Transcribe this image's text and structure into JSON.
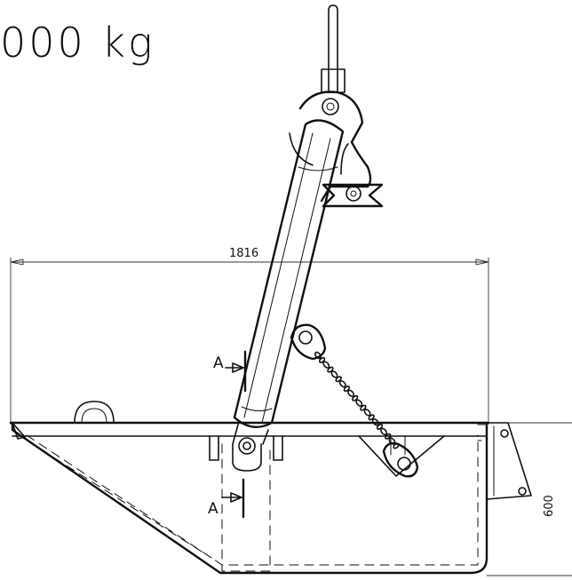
{
  "drawing": {
    "capacity_label": "000  kg",
    "width_dimension": "1816",
    "height_dimension": "600",
    "section_marker_upper": "A",
    "section_marker_lower": "A"
  },
  "colors": {
    "ink": "#111111",
    "background": "#ffffff"
  }
}
